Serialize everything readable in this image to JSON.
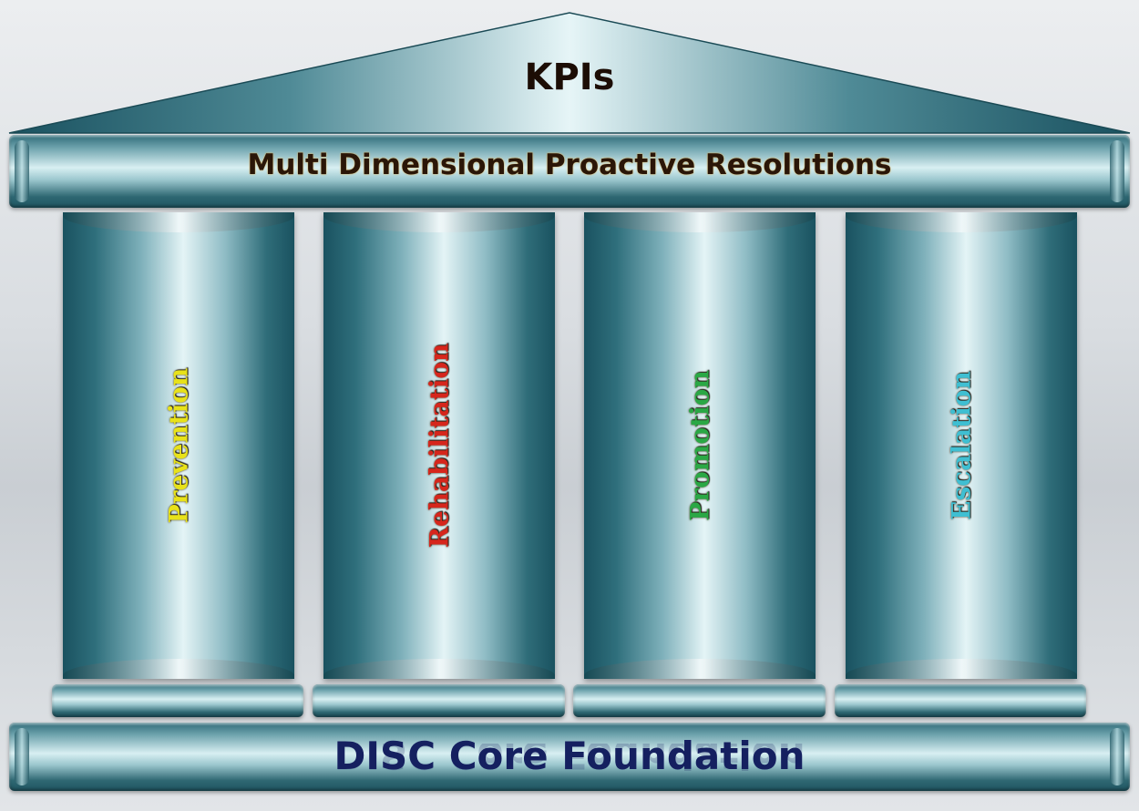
{
  "roof": {
    "title": "KPIs"
  },
  "entablature": {
    "text": "Multi Dimensional Proactive Resolutions"
  },
  "pillars": [
    {
      "label": "Prevention",
      "color": "#e8e21a"
    },
    {
      "label": "Rehabilitation",
      "color": "#d6261c"
    },
    {
      "label": "Promotion",
      "color": "#2aa845"
    },
    {
      "label": "Escalation",
      "color": "#3fbfd2"
    }
  ],
  "foundation": {
    "text": "DISC Core Foundation"
  },
  "colors": {
    "pillar_teal": "#2f6f7c",
    "highlight": "#e4f4f6",
    "foundation_text": "#152060"
  }
}
